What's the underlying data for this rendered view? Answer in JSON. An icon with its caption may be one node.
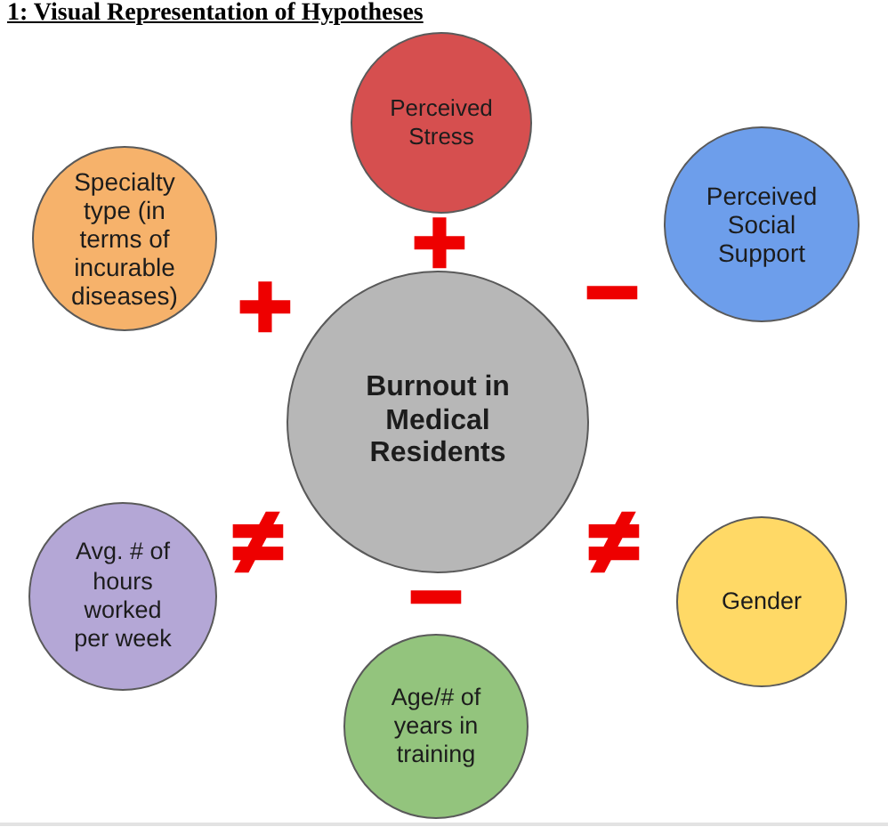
{
  "diagram": {
    "title": "1: Visual Representation of Hypotheses",
    "nodes": [
      {
        "text": [
          "Perceived Stress"
        ]
      },
      {
        "text": [
          "Specialty type (in terms of incurable diseases)"
        ]
      },
      {
        "text": [
          "Perceived Social Support"
        ]
      },
      {
        "text": [
          "Burnout in Medical Residents"
        ]
      },
      {
        "text": [
          "Avg. # of hours worked per week"
        ]
      },
      {
        "text": [
          "Gender"
        ]
      },
      {
        "text": [
          "Age/# of years in training"
        ]
      }
    ],
    "labels": [
      "+",
      "+",
      "−",
      "≠",
      "≠",
      "−"
    ]
  }
}
